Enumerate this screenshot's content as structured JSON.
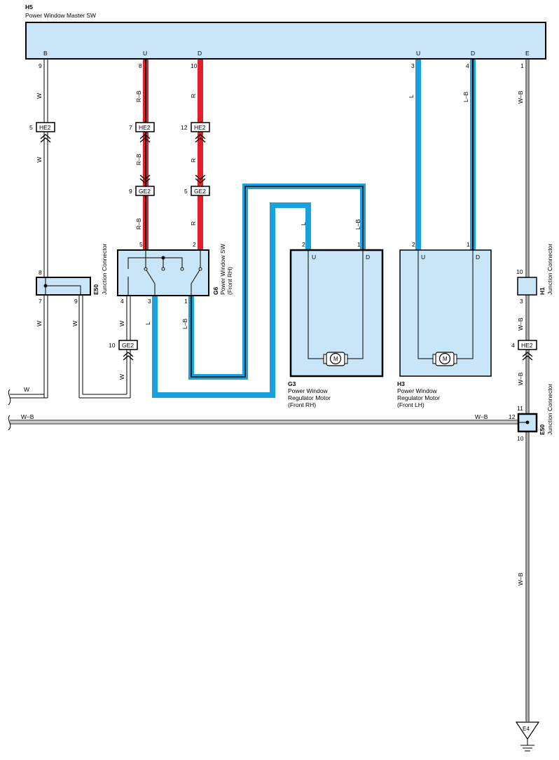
{
  "components": {
    "master_sw": {
      "code": "H5",
      "name": "Power Window Master SW",
      "terminals": {
        "B": {
          "label": "B",
          "pin": "9"
        },
        "U1": {
          "label": "U",
          "pin": "8"
        },
        "D1": {
          "label": "D",
          "pin": "10"
        },
        "U2": {
          "label": "U",
          "pin": "3"
        },
        "D2": {
          "label": "D",
          "pin": "4"
        },
        "E": {
          "label": "E",
          "pin": "1"
        }
      }
    },
    "window_sw_rh": {
      "code": "G6",
      "name": "Power Window SW",
      "sub": "(Front RH)",
      "pins": {
        "p5": "5",
        "p2": "2",
        "p4": "4",
        "p3": "3",
        "p1": "1"
      }
    },
    "motor_rh": {
      "code": "G3",
      "line1": "Power Window",
      "line2": "Regulator Motor",
      "line3": "(Front RH)",
      "pin_u": "2",
      "pin_d": "1",
      "u": "U",
      "d": "D",
      "m": "M"
    },
    "motor_lh": {
      "code": "H3",
      "line1": "Power Window",
      "line2": "Regulator Motor",
      "line3": "(Front LH)",
      "pin_u": "2",
      "pin_d": "1",
      "u": "U",
      "d": "D",
      "m": "M"
    },
    "jc_e50_left": {
      "code": "E50",
      "name": "Junction Connector",
      "pins": {
        "p8": "8",
        "p7": "7",
        "p9": "9"
      }
    },
    "jc_h1": {
      "code": "H1",
      "name": "Junction Connector",
      "pins": {
        "p10": "10",
        "p3": "3"
      }
    },
    "jc_e50_right": {
      "code": "E50",
      "name": "Junction Connector",
      "pins": {
        "p11": "11",
        "p12": "12",
        "p10": "10"
      }
    },
    "ground": {
      "code": "E4"
    }
  },
  "connectors": {
    "he2_b": {
      "pin": "5",
      "label": "HE2"
    },
    "he2_u": {
      "pin": "7",
      "label": "HE2"
    },
    "he2_d": {
      "pin": "12",
      "label": "HE2"
    },
    "ge2_u": {
      "pin": "9",
      "label": "GE2"
    },
    "ge2_d": {
      "pin": "5",
      "label": "GE2"
    },
    "ge2_lower": {
      "pin": "10",
      "label": "GE2"
    },
    "he2_right": {
      "pin": "4",
      "label": "HE2"
    }
  },
  "wire_labels": {
    "w1": "W",
    "w2": "W",
    "w3": "W",
    "w4": "W",
    "w5": "W",
    "w6": "W",
    "w7": "W",
    "rb1": "R–B",
    "rb2": "R–B",
    "rb3": "R–B",
    "r1": "R",
    "r2": "R",
    "r3": "R",
    "l1": "L",
    "l2": "L",
    "l3": "L",
    "lb1": "L–B",
    "lb2": "L–B",
    "lb3": "L–B",
    "wb1": "W–B",
    "wb2": "W–B",
    "wb3": "W–B",
    "wb4": "W–B",
    "wb5": "W–B",
    "wb6": "W–B"
  },
  "colors": {
    "box_fill": "#c8e6f8",
    "wire_red": "#e41e26",
    "wire_blue": "#1aa1dc",
    "wire_white": "#ffffff",
    "outline": "#000000"
  }
}
